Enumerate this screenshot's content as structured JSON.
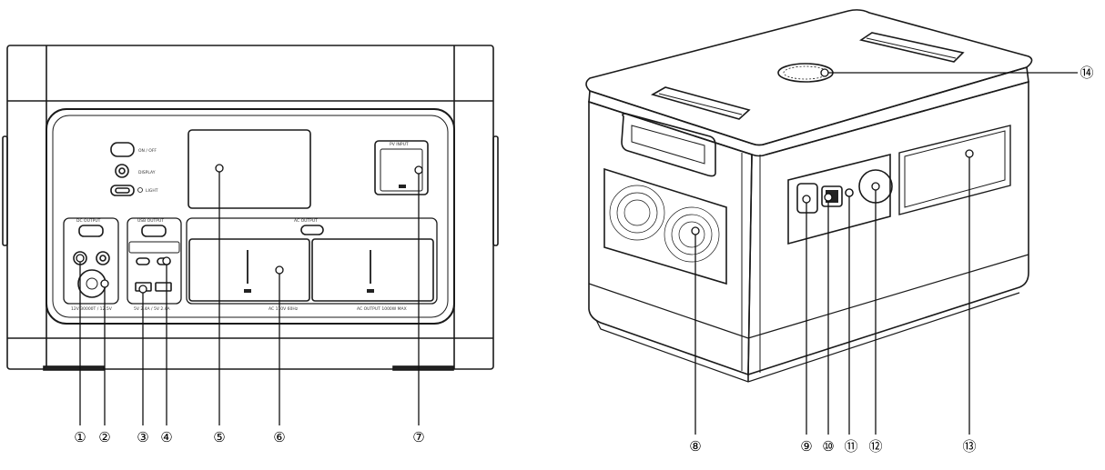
{
  "front_view": {
    "buttons": {
      "power": "ON / OFF",
      "display": "DISPLAY",
      "light": "LIGHT"
    },
    "dc_output_label": "DC OUTPUT",
    "usb_output_label": "USB OUTPUT",
    "ac_output_label": "AC OUTPUT",
    "pv_input_label": "PV INPUT",
    "dc_rating": "12V 30000T / 12.5V",
    "usb_rating": "5V 2.4A / 5V 2.4A",
    "ac_rating": "AC 110V 60Hz",
    "ac_rating_2": "AC OUTPUT 1000W MAX"
  },
  "callouts": [
    "①",
    "②",
    "③",
    "④",
    "⑤",
    "⑥",
    "⑦",
    "⑧",
    "⑨",
    "⑩",
    "⑪",
    "⑫",
    "⑬",
    "⑭"
  ]
}
